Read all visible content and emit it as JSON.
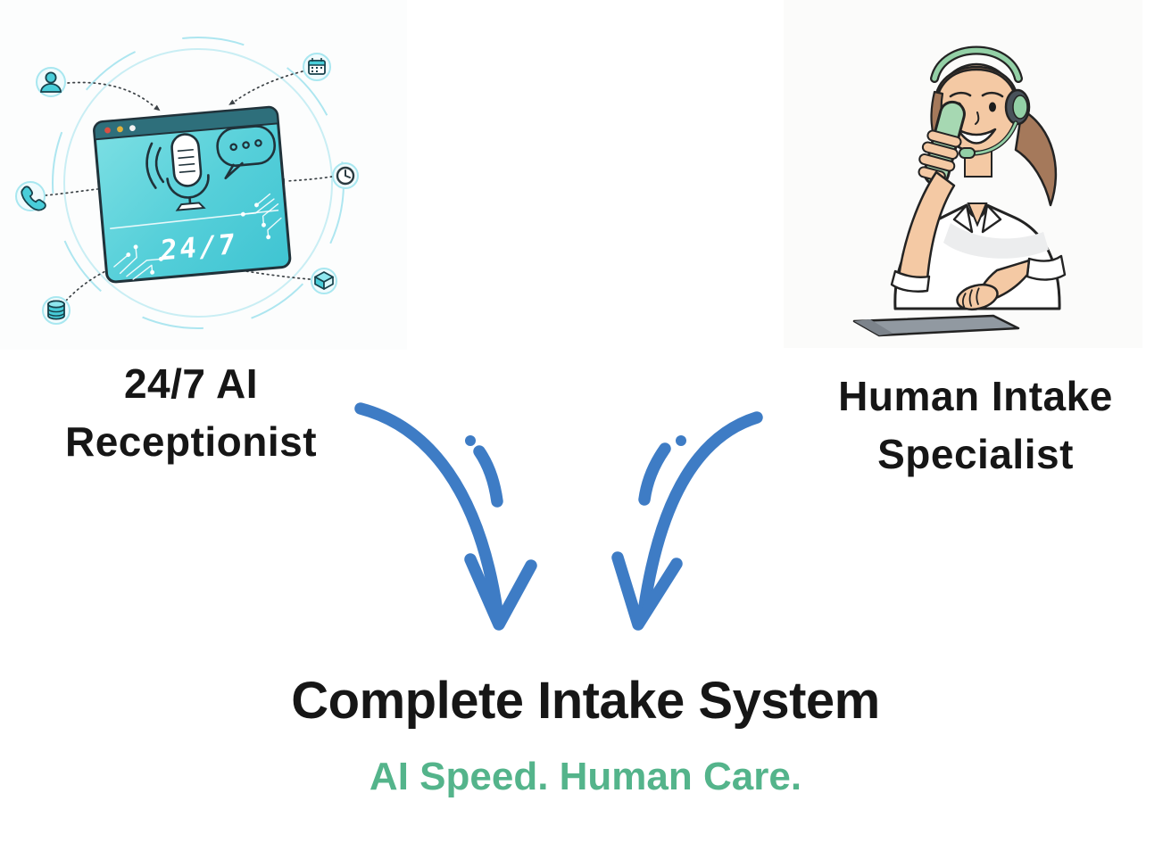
{
  "left_card": {
    "title_line1": "24/7 AI",
    "title_line2": "Receptionist",
    "window": {
      "badge": "24/7"
    },
    "orbit_icons": [
      "user",
      "calendar",
      "clock",
      "phone",
      "database",
      "package"
    ]
  },
  "right_card": {
    "title_line1": "Human Intake",
    "title_line2": "Specialist"
  },
  "footer": {
    "title": "Complete Intake System",
    "subtitle": "AI Speed. Human Care."
  },
  "colors": {
    "title_black": "#161616",
    "subtitle_green": "#54B48B",
    "arrow_blue": "#3E7CC5",
    "window_teal": "#4FCBD6",
    "window_teal_light": "#7EE0E4",
    "titlebar_teal": "#2E6F7B",
    "accent_cyan": "#49CDD9",
    "ring_cyan": "#C9EEF4",
    "headset_green": "#93D0A6",
    "phone_green": "#A6D8B2",
    "skin": "#F4C9A4",
    "hair_brown": "#A5795B",
    "keyboard_gray": "#9199A1"
  }
}
